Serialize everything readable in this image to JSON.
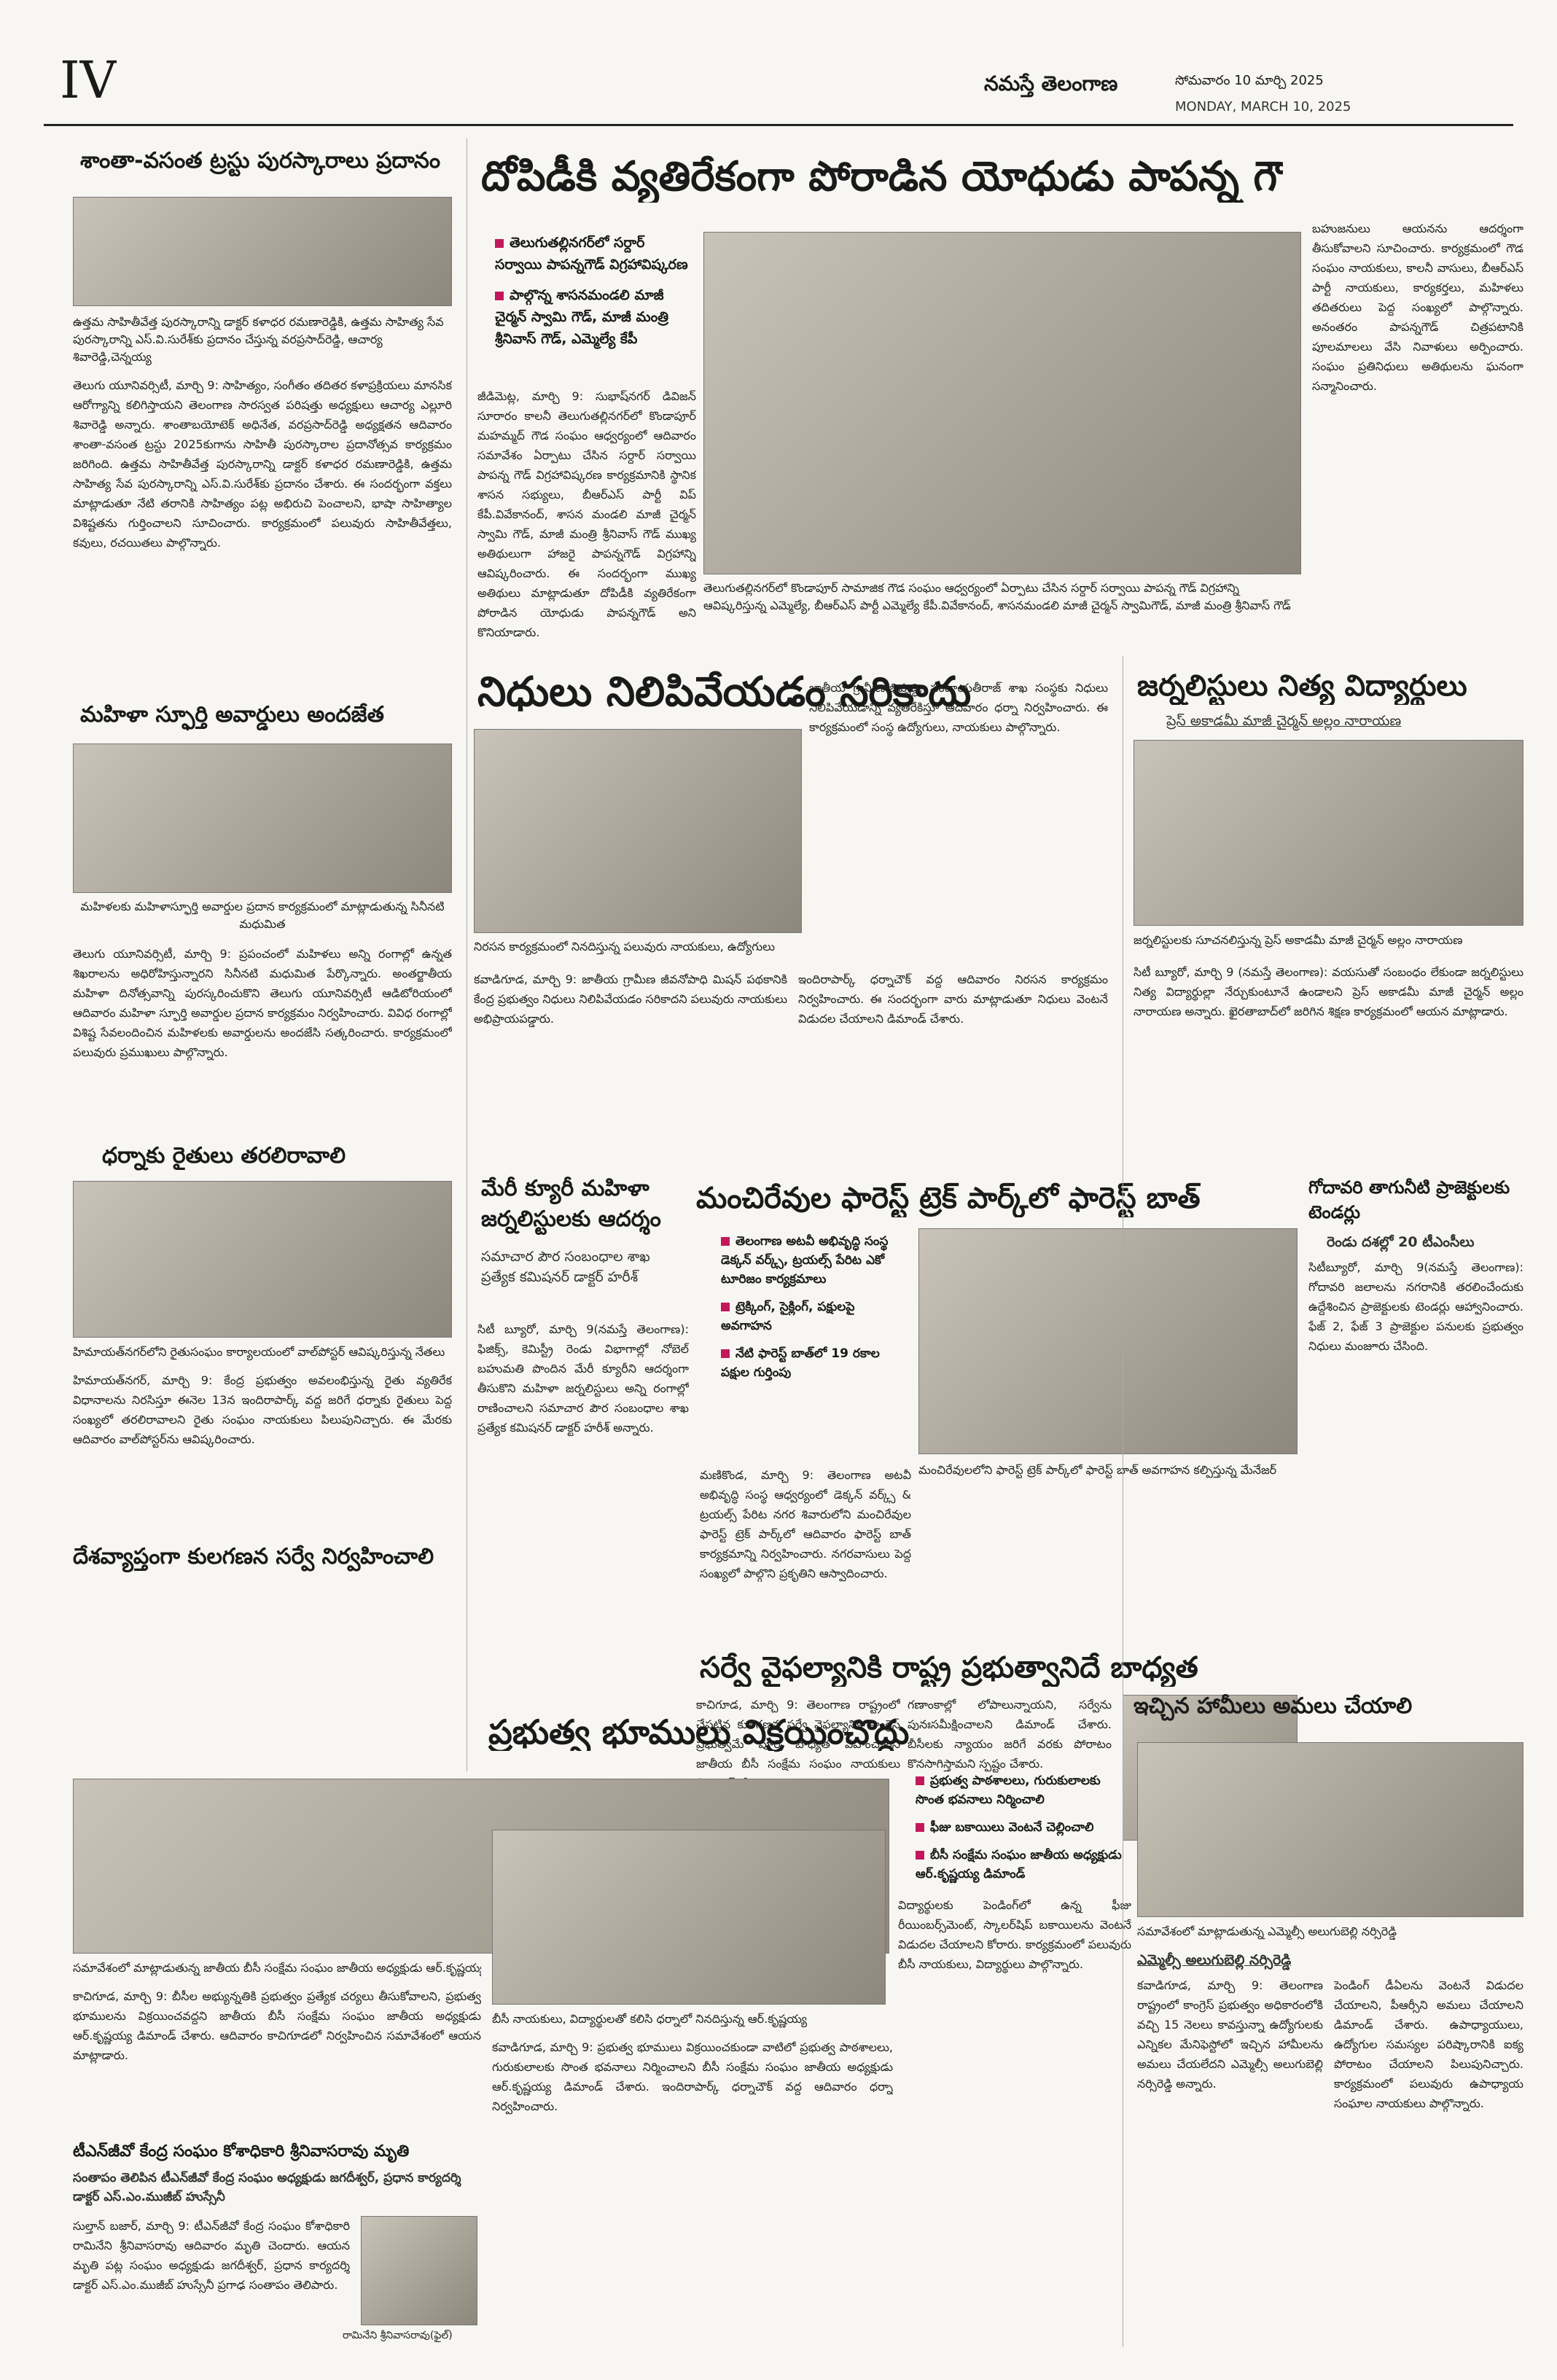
{
  "header": {
    "page_number": "IV",
    "paper_name": "నమస్తే తెలంగాణ",
    "date_te": "సోమవారం 10 మార్చి 2025",
    "date_en": "MONDAY, MARCH 10, 2025"
  },
  "articles": {
    "shantha": {
      "headline": "శాంతా-వసంత ట్రస్టు పురస్కారాలు ప్రదానం",
      "caption": "ఉత్తమ సాహితీవేత్త పురస్కారాన్ని డాక్టర్‌ కళాధర రమణారెడ్డికి, ఉత్తమ సాహిత్య సేవ పురస్కారాన్ని ఎస్‌.వి.సురేశ్‌కు ప్రదానం చేస్తున్న వరప్రసాద్‌రెడ్డి, ఆచార్య శివారెడ్డి,చెన్నయ్య",
      "body": "తెలుగు యూనివర్సిటీ, మార్చి 9: సాహిత్యం, సంగీతం తదితర కళాప్రక్రియలు మానసిక ఆరోగ్యాన్ని కలిగిస్తాయని తెలంగాణ సారస్వత పరిషత్తు అధ్యక్షులు ఆచార్య ఎల్లూరి శివారెడ్డి అన్నారు. శాంతాబయోటెక్‌ అధినేత, వరప్రసాద్‌రెడ్డి అధ్యక్షతన ఆదివారం శాంతా-వసంత ట్రస్టు 2025కుగాను సాహితీ పురస్కారాల ప్రదానోత్సవ కార్యక్రమం జరిగింది. ఉత్తమ సాహితీవేత్త పురస్కారాన్ని డాక్టర్‌ కళాధర రమణారెడ్డికి, ఉత్తమ సాహిత్య సేవ పురస్కారాన్ని ఎస్‌.వి.సురేశ్‌కు ప్రదానం చేశారు. ఈ సందర్భంగా వక్తలు మాట్లాడుతూ నేటి తరానికి సాహిత్యం పట్ల అభిరుచి పెంచాలని, భాషా సాహిత్యాల విశిష్టతను గుర్తించాలని సూచించారు. కార్యక్రమంలో పలువురు సాహితీవేత్తలు, కవులు, రచయితలు పాల్గొన్నారు."
    },
    "papanna": {
      "headline": "దోపిడీకి వ్యతిరేకంగా పోరాడిన యోధుడు పాపన్న గౌడ్‌",
      "bullets": [
        "తెలుగుతల్లినగర్‌లో సర్దార్‌ సర్వాయి పాపన్నగౌడ్‌ విగ్రహావిష్కరణ",
        "పాల్గొన్న శాసనమండలి మాజీ చైర్మన్‌ స్వామి గౌడ్‌, మాజీ మంత్రి శ్రీనివాస్‌ గౌడ్‌, ఎమ్మెల్యే కేపీ"
      ],
      "caption": "తెలుగుతల్లినగర్‌లో కొండాపూర్‌ సామాజిక గౌడ సంఘం ఆధ్వర్యంలో ఏర్పాటు చేసిన సర్దార్‌ సర్వాయి పాపన్న గౌడ్‌ విగ్రహాన్ని ఆవిష్కరిస్తున్న ఎమ్మెల్యే, బీఆర్‌ఎస్‌ పార్టీ ఎమ్మెల్యే కేపీ.వివేకానంద్‌, శాసనమండలి మాజీ చైర్మన్‌ స్వామిగౌడ్‌, మాజీ మంత్రి శ్రీనివాస్‌ గౌడ్‌",
      "body1": "జీడిమెట్ల, మార్చి 9: సుభాష్‌నగర్‌ డివిజన్‌ సూరారం కాలనీ తెలుగుతల్లినగర్‌లో కొండాపూర్‌ మహమ్మద్‌ గౌడ సంఘం ఆధ్వర్యంలో ఆదివారం సమావేశం ఏర్పాటు చేసిన సర్దార్‌ సర్వాయి పాపన్న గౌడ్‌ విగ్రహావిష్కరణ కార్యక్రమానికి స్థానిక శాసన సభ్యులు, బీఆర్‌ఎస్‌ పార్టీ విప్‌ కేపీ.వివేకానంద్‌, శాసన మండలి మాజీ చైర్మన్‌ స్వామి గౌడ్‌, మాజీ మంత్రి శ్రీనివాస్‌ గౌడ్‌ ముఖ్య అతిథులుగా హాజరై పాపన్నగౌడ్‌ విగ్రహాన్ని ఆవిష్కరించారు. ఈ సందర్భంగా ముఖ్య అతిథులు మాట్లాడుతూ దోపిడీకి వ్యతిరేకంగా పోరాడిన యోధుడు పాపన్నగౌడ్‌ అని కొనియాడారు.",
      "body2": "బహుజనులు ఆయనను ఆదర్శంగా తీసుకోవాలని సూచించారు. కార్యక్రమంలో గౌడ సంఘం నాయకులు, కాలనీ వాసులు, బీఆర్‌ఎస్‌ పార్టీ నాయకులు, కార్యకర్తలు, మహిళలు తదితరులు పెద్ద సంఖ్యలో పాల్గొన్నారు. అనంతరం పాపన్నగౌడ్‌ చిత్రపటానికి పూలమాలలు వేసి నివాళులు అర్పించారు. సంఘం ప్రతినిధులు అతిథులను ఘనంగా సన్మానించారు."
    },
    "mahila": {
      "headline": "మహిళా స్ఫూర్తి అవార్డులు అందజేత",
      "caption": "మహిళలకు మహిళాస్ఫూర్తి అవార్డుల ప్రదాన కార్యక్రమంలో మాట్లాడుతున్న సినీనటి మధుమిత",
      "body": "తెలుగు యూనివర్సిటీ, మార్చి 9: ప్రపంచంలో మహిళలు అన్ని రంగాల్లో ఉన్నత శిఖరాలను అధిరోహిస్తున్నారని సినీనటి మధుమిత పేర్కొన్నారు. అంతర్జాతీయ మహిళా దినోత్సవాన్ని పురస్కరించుకొని తెలుగు యూనివర్సిటీ ఆడిటోరియంలో ఆదివారం మహిళా స్ఫూర్తి అవార్డుల ప్రదాన కార్యక్రమం నిర్వహించారు. వివిధ రంగాల్లో విశిష్ట సేవలందించిన మహిళలకు అవార్డులను అందజేసి సత్కరించారు. కార్యక్రమంలో పలువురు ప్రముఖులు పాల్గొన్నారు."
    },
    "dharna": {
      "headline": "ధర్నాకు రైతులు తరలిరావాలి",
      "caption": "హిమాయత్‌నగర్‌లోని రైతుసంఘం కార్యాలయంలో వాల్‌పోస్టర్‌ ఆవిష్కరిస్తున్న నేతలు",
      "body": "హిమాయత్‌నగర్‌, మార్చి 9: కేంద్ర ప్రభుత్వం అవలంభిస్తున్న రైతు వ్యతిరేక విధానాలను నిరసిస్తూ ఈనెల 13న ఇందిరాపార్క్‌ వద్ద జరిగే ధర్నాకు రైతులు పెద్ద సంఖ్యలో తరలిరావాలని రైతు సంఘం నాయకులు పిలుపునిచ్చారు. ఈ మేరకు ఆదివారం వాల్‌పోస్టర్‌ను ఆవిష్కరించారు."
    },
    "kulaganana": {
      "headline": "దేశవ్యాప్తంగా కులగణన సర్వే నిర్వహించాలి"
    },
    "nidhulu": {
      "headline": "నిధులు నిలిపివేయడం సరికాదు",
      "caption": "నిరసన కార్యక్రమంలో నినదిస్తున్న పలువురు నాయకులు, ఉద్యోగులు",
      "body1": "కవాడిగూడ, మార్చి 9: జాతీయ గ్రామీణ జీవనోపాధి మిషన్‌ పథకానికి కేంద్ర ప్రభుత్వం నిధులు నిలిపివేయడం సరికాదని పలువురు నాయకులు అభిప్రాయపడ్డారు.",
      "body2": "ఇందిరాపార్క్‌ ధర్నాచౌక్‌ వద్ద ఆదివారం నిరసన కార్యక్రమం నిర్వహించారు. ఈ సందర్భంగా వారు మాట్లాడుతూ నిధులు వెంటనే విడుదల చేయాలని డిమాండ్‌ చేశారు.",
      "body3": "జాతీయ గ్రామీణాభివృద్ధి, పంచాయతీరాజ్‌ శాఖ సంస్థకు నిధులు నిలిపివేయడాన్ని వ్యతిరేకిస్తూ ఆదివారం ధర్నా నిర్వహించారు. ఈ కార్యక్రమంలో సంస్థ ఉద్యోగులు, నాయకులు పాల్గొన్నారు."
    },
    "journalists": {
      "headline": "జర్నలిస్టులు నిత్య విద్యార్థులు",
      "subhead": "ప్రెస్‌ అకాడమీ మాజీ చైర్మన్‌ అల్లం నారాయణ",
      "caption": "జర్నలిస్టులకు సూచనలిస్తున్న ప్రెస్‌ అకాడమీ మాజీ చైర్మన్‌ అల్లం నారాయణ",
      "body": "సిటీ బ్యూరో, మార్చి 9 (నమస్తే తెలంగాణ): వయసుతో సంబంధం లేకుండా జర్నలిస్టులు నిత్య విద్యార్థుల్లా నేర్చుకుంటూనే ఉండాలని ప్రెస్‌ అకాడమీ మాజీ చైర్మన్‌ అల్లం నారాయణ అన్నారు. ఖైరతాబాద్‌లో జరిగిన శిక్షణ కార్యక్రమంలో ఆయన మాట్లాడారు."
    },
    "marykom": {
      "headline": "మేరీ క్యూరీ మహిళా జర్నలిస్టులకు ఆదర్శం",
      "subhead": "సమాచార పౌర సంబంధాల శాఖ ప్రత్యేక కమిషనర్‌ డాక్టర్‌ హరీశ్‌",
      "body": "సిటీ బ్యూరో, మార్చి 9(నమస్తే తెలంగాణ): ఫిజిక్స్‌, కెమిస్ట్రీ రెండు విభాగాల్లో నోబెల్‌ బహుమతి పొందిన మేరీ క్యూరీని ఆదర్శంగా తీసుకొని మహిళా జర్నలిస్టులు అన్ని రంగాల్లో రాణించాలని సమాచార పౌర సంబంధాల శాఖ ప్రత్యేక కమిషనర్‌ డాక్టర్‌ హరీశ్‌ అన్నారు."
    },
    "forest": {
      "headline": "మంచిరేవుల ఫారెస్ట్‌ ట్రెక్‌ పార్క్‌లో ఫారెస్ట్‌ బాత్‌",
      "bullets": [
        "తెలంగాణ అటవీ అభివృద్ధి సంస్థ డెక్కన్‌ వర్క్స్‌, ట్రయల్స్‌ పేరిట ఎకో టూరిజం కార్యక్రమాలు",
        "ట్రెక్కింగ్‌, సైక్లింగ్‌, పక్షులపై అవగాహన",
        "నేటి ఫారెస్ట్‌ బాత్‌లో 19 రకాల పక్షుల గుర్తింపు"
      ],
      "caption": "మంచిరేవులలోని ఫారెస్ట్‌ ట్రెక్‌ పార్క్‌లో ఫారెస్ట్‌ బాత్‌ అవగాహన కల్పిస్తున్న మేనేజర్‌",
      "body": "మణికొండ, మార్చి 9: తెలంగాణ అటవీ అభివృద్ధి సంస్థ ఆధ్వర్యంలో డెక్కన్‌ వర్క్స్‌ & ట్రయల్స్‌ పేరిట నగర శివారులోని మంచిరేవుల ఫారెస్ట్‌ ట్రెక్‌ పార్క్‌లో ఆదివారం ఫారెస్ట్‌ బాత్‌ కార్యక్రమాన్ని నిర్వహించారు. నగరవాసులు పెద్ద సంఖ్యలో పాల్గొని ప్రకృతిని ఆస్వాదించారు."
    },
    "godavari": {
      "headline": "గోదావరి తాగునీటి ప్రాజెక్టులకు టెండర్లు",
      "subhead": "రెండు దశల్లో 20 టీఎంసీలు",
      "body": "సిటీబ్యూరో, మార్చి 9(నమస్తే తెలంగాణ): గోదావరి జలాలను నగరానికి తరలించేందుకు ఉద్దేశించిన ప్రాజెక్టులకు టెండర్లు ఆహ్వానించారు. ఫేజ్‌ 2, ఫేజ్‌ 3 ప్రాజెక్టుల పనులకు ప్రభుత్వం నిధులు మంజూరు చేసింది."
    },
    "survey": {
      "headline": "సర్వే వైఫల్యానికి రాష్ట్ర ప్రభుత్వానిదే బాధ్యత",
      "body": "కాచిగూడ, మార్చి 9: తెలంగాణ రాష్ట్రంలో చేపట్టిన కులగణన సర్వే వైఫల్యానికి కాంగ్రెస్‌ ప్రభుత్వమే పూర్తి బాధ్యత వహించాలని జాతీయ బీసీ సంక్షేమ సంఘం నాయకులు డిమాండ్‌ చేశారు.",
      "body2": "గణాంకాల్లో లోపాలున్నాయని, సర్వేను పునఃసమీక్షించాలని డిమాండ్‌ చేశారు. బీసీలకు న్యాయం జరిగే వరకు పోరాటం కొనసాగిస్తామని స్పష్టం చేశారు."
    },
    "bhoomulu": {
      "headline": "ప్రభుత్వ భూములు విక్రయించొద్దు",
      "bullets": [
        "ప్రభుత్వ పాఠశాలలు, గురుకులాలకు సొంత భవనాలు నిర్మించాలి",
        "ఫీజు బకాయిలు వెంటనే చెల్లించాలి",
        "బీసీ సంక్షేమ సంఘం జాతీయ అధ్యక్షుడు ఆర్‌.కృష్ణయ్య డిమాండ్‌"
      ],
      "caption1": "సమావేశంలో మాట్లాడుతున్న జాతీయ బీసీ సంక్షేమ సంఘం జాతీయ అధ్యక్షుడు ఆర్‌.కృష్ణయ్య",
      "caption2": "బీసీ నాయకులు, విద్యార్థులతో కలిసి ధర్నాలో నినదిస్తున్న ఆర్‌.కృష్ణయ్య",
      "body": "కాచిగూడ, మార్చి 9: బీసీల అభ్యున్నతికి ప్రభుత్వం ప్రత్యేక చర్యలు తీసుకోవాలని, ప్రభుత్వ భూములను విక్రయించవద్దని జాతీయ బీసీ సంక్షేమ సంఘం జాతీయ అధ్యక్షుడు ఆర్‌.కృష్ణయ్య డిమాండ్‌ చేశారు. ఆదివారం కాచిగూడలో నిర్వహించిన సమావేశంలో ఆయన మాట్లాడారు.",
      "body2": "కవాడిగూడ, మార్చి 9: ప్రభుత్వ భూములు విక్రయించకుండా వాటిలో ప్రభుత్వ పాఠశాలలు, గురుకులాలకు సొంత భవనాలు నిర్మించాలని బీసీ సంక్షేమ సంఘం జాతీయ అధ్యక్షుడు ఆర్‌.కృష్ణయ్య డిమాండ్‌ చేశారు. ఇందిరాపార్క్‌ ధర్నాచౌక్‌ వద్ద ఆదివారం ధర్నా నిర్వహించారు.",
      "body3": "విద్యార్థులకు పెండింగ్‌లో ఉన్న ఫీజు రీయింబర్స్‌మెంట్‌, స్కాలర్‌షిప్‌ బకాయిలను వెంటనే విడుదల చేయాలని కోరారు. కార్యక్రమంలో పలువురు బీసీ నాయకులు, విద్యార్థులు పాల్గొన్నారు."
    },
    "tntuc": {
      "headline": "టీఎన్‌జీవో కేంద్ర సంఘం కోశాధికారి శ్రీనివాసరావు మృతి",
      "subhead": "సంతాపం తెలిపిన టీఎన్‌జీవో కేంద్ర సంఘం అధ్యక్షుడు జగదీశ్వర్‌, ప్రధాన కార్యదర్శి డాక్టర్‌ ఎస్‌.ఎం.ముజీబ్‌ హుస్సేనీ",
      "photo_name": "రామినేని శ్రీనివాసరావు(ఫైల్‌)",
      "body": "సుల్తాన్‌ బజార్‌, మార్చి 9: టీఎన్‌జీవో కేంద్ర సంఘం కోశాధికారి రామినేని శ్రీనివాసరావు ఆదివారం మృతి చెందారు. ఆయన మృతి పట్ల సంఘం అధ్యక్షుడు జగదీశ్వర్‌, ప్రధాన కార్యదర్శి డాక్టర్‌ ఎస్‌.ఎం.ముజీబ్‌ హుస్సేనీ ప్రగాఢ సంతాపం తెలిపారు."
    },
    "hamilu": {
      "headline": "ఇచ్చిన హామీలు అమలు చేయాలి",
      "caption": "సమావేశంలో మాట్లాడుతున్న ఎమ్మెల్సీ అలుగుబెల్లి నర్సిరెడ్డి",
      "subhead": "ఎమ్మెల్సీ అలుగుబెల్లి నర్సిరెడ్డి",
      "body": "కవాడిగూడ, మార్చి 9: తెలంగాణ రాష్ట్రంలో కాంగ్రెస్‌ ప్రభుత్వం అధికారంలోకి వచ్చి 15 నెలలు కావస్తున్నా ఉద్యోగులకు ఎన్నికల మేనిఫెస్టోలో ఇచ్చిన హామీలను అమలు చేయలేదని ఎమ్మెల్సీ అలుగుబెల్లి నర్సిరెడ్డి అన్నారు.",
      "body2": "పెండింగ్‌ డీఏలను వెంటనే విడుదల చేయాలని, పీఆర్సీని అమలు చేయాలని డిమాండ్‌ చేశారు. ఉపాధ్యాయులు, ఉద్యోగుల సమస్యల పరిష్కారానికి ఐక్య పోరాటం చేయాలని పిలుపునిచ్చారు. కార్యక్రమంలో పలువురు ఉపాధ్యాయ సంఘాల నాయకులు పాల్గొన్నారు."
    }
  }
}
